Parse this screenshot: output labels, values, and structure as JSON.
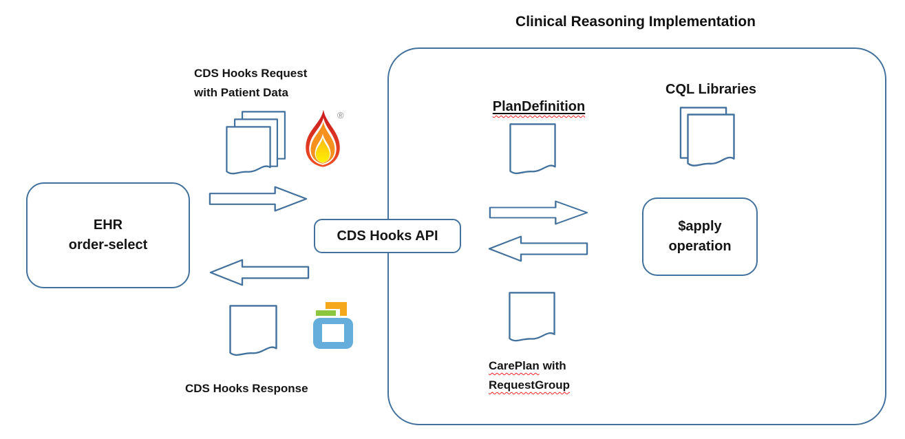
{
  "title": "Clinical Reasoning Implementation",
  "nodes": {
    "ehr": {
      "line1": "EHR",
      "line2": "order-select"
    },
    "cds_hooks_api": {
      "label": "CDS Hooks API"
    },
    "apply": {
      "line1": "$apply",
      "line2": "operation"
    }
  },
  "labels": {
    "request_line1": "CDS Hooks Request",
    "request_line2": "with Patient Data",
    "response": "CDS Hooks Response",
    "plan_definition": "PlanDefinition",
    "cql_libraries": "CQL Libraries",
    "careplan_word": "CarePlan",
    "careplan_rest": "with",
    "requestgroup_word": "RequestGroup",
    "registered_mark": "®"
  },
  "colors": {
    "outline": "#41719C",
    "spell_red": "#FF1F1F",
    "logo_blue": "#65AEDB",
    "logo_green": "#8CC63F",
    "logo_orange": "#F5A81C",
    "flame_red_top": "#C81A1F",
    "flame_red_bottom": "#F04E23",
    "flame_orange": "#F6911E",
    "flame_yellow_top": "#FDB813",
    "flame_yellow_bottom": "#FFF200"
  }
}
